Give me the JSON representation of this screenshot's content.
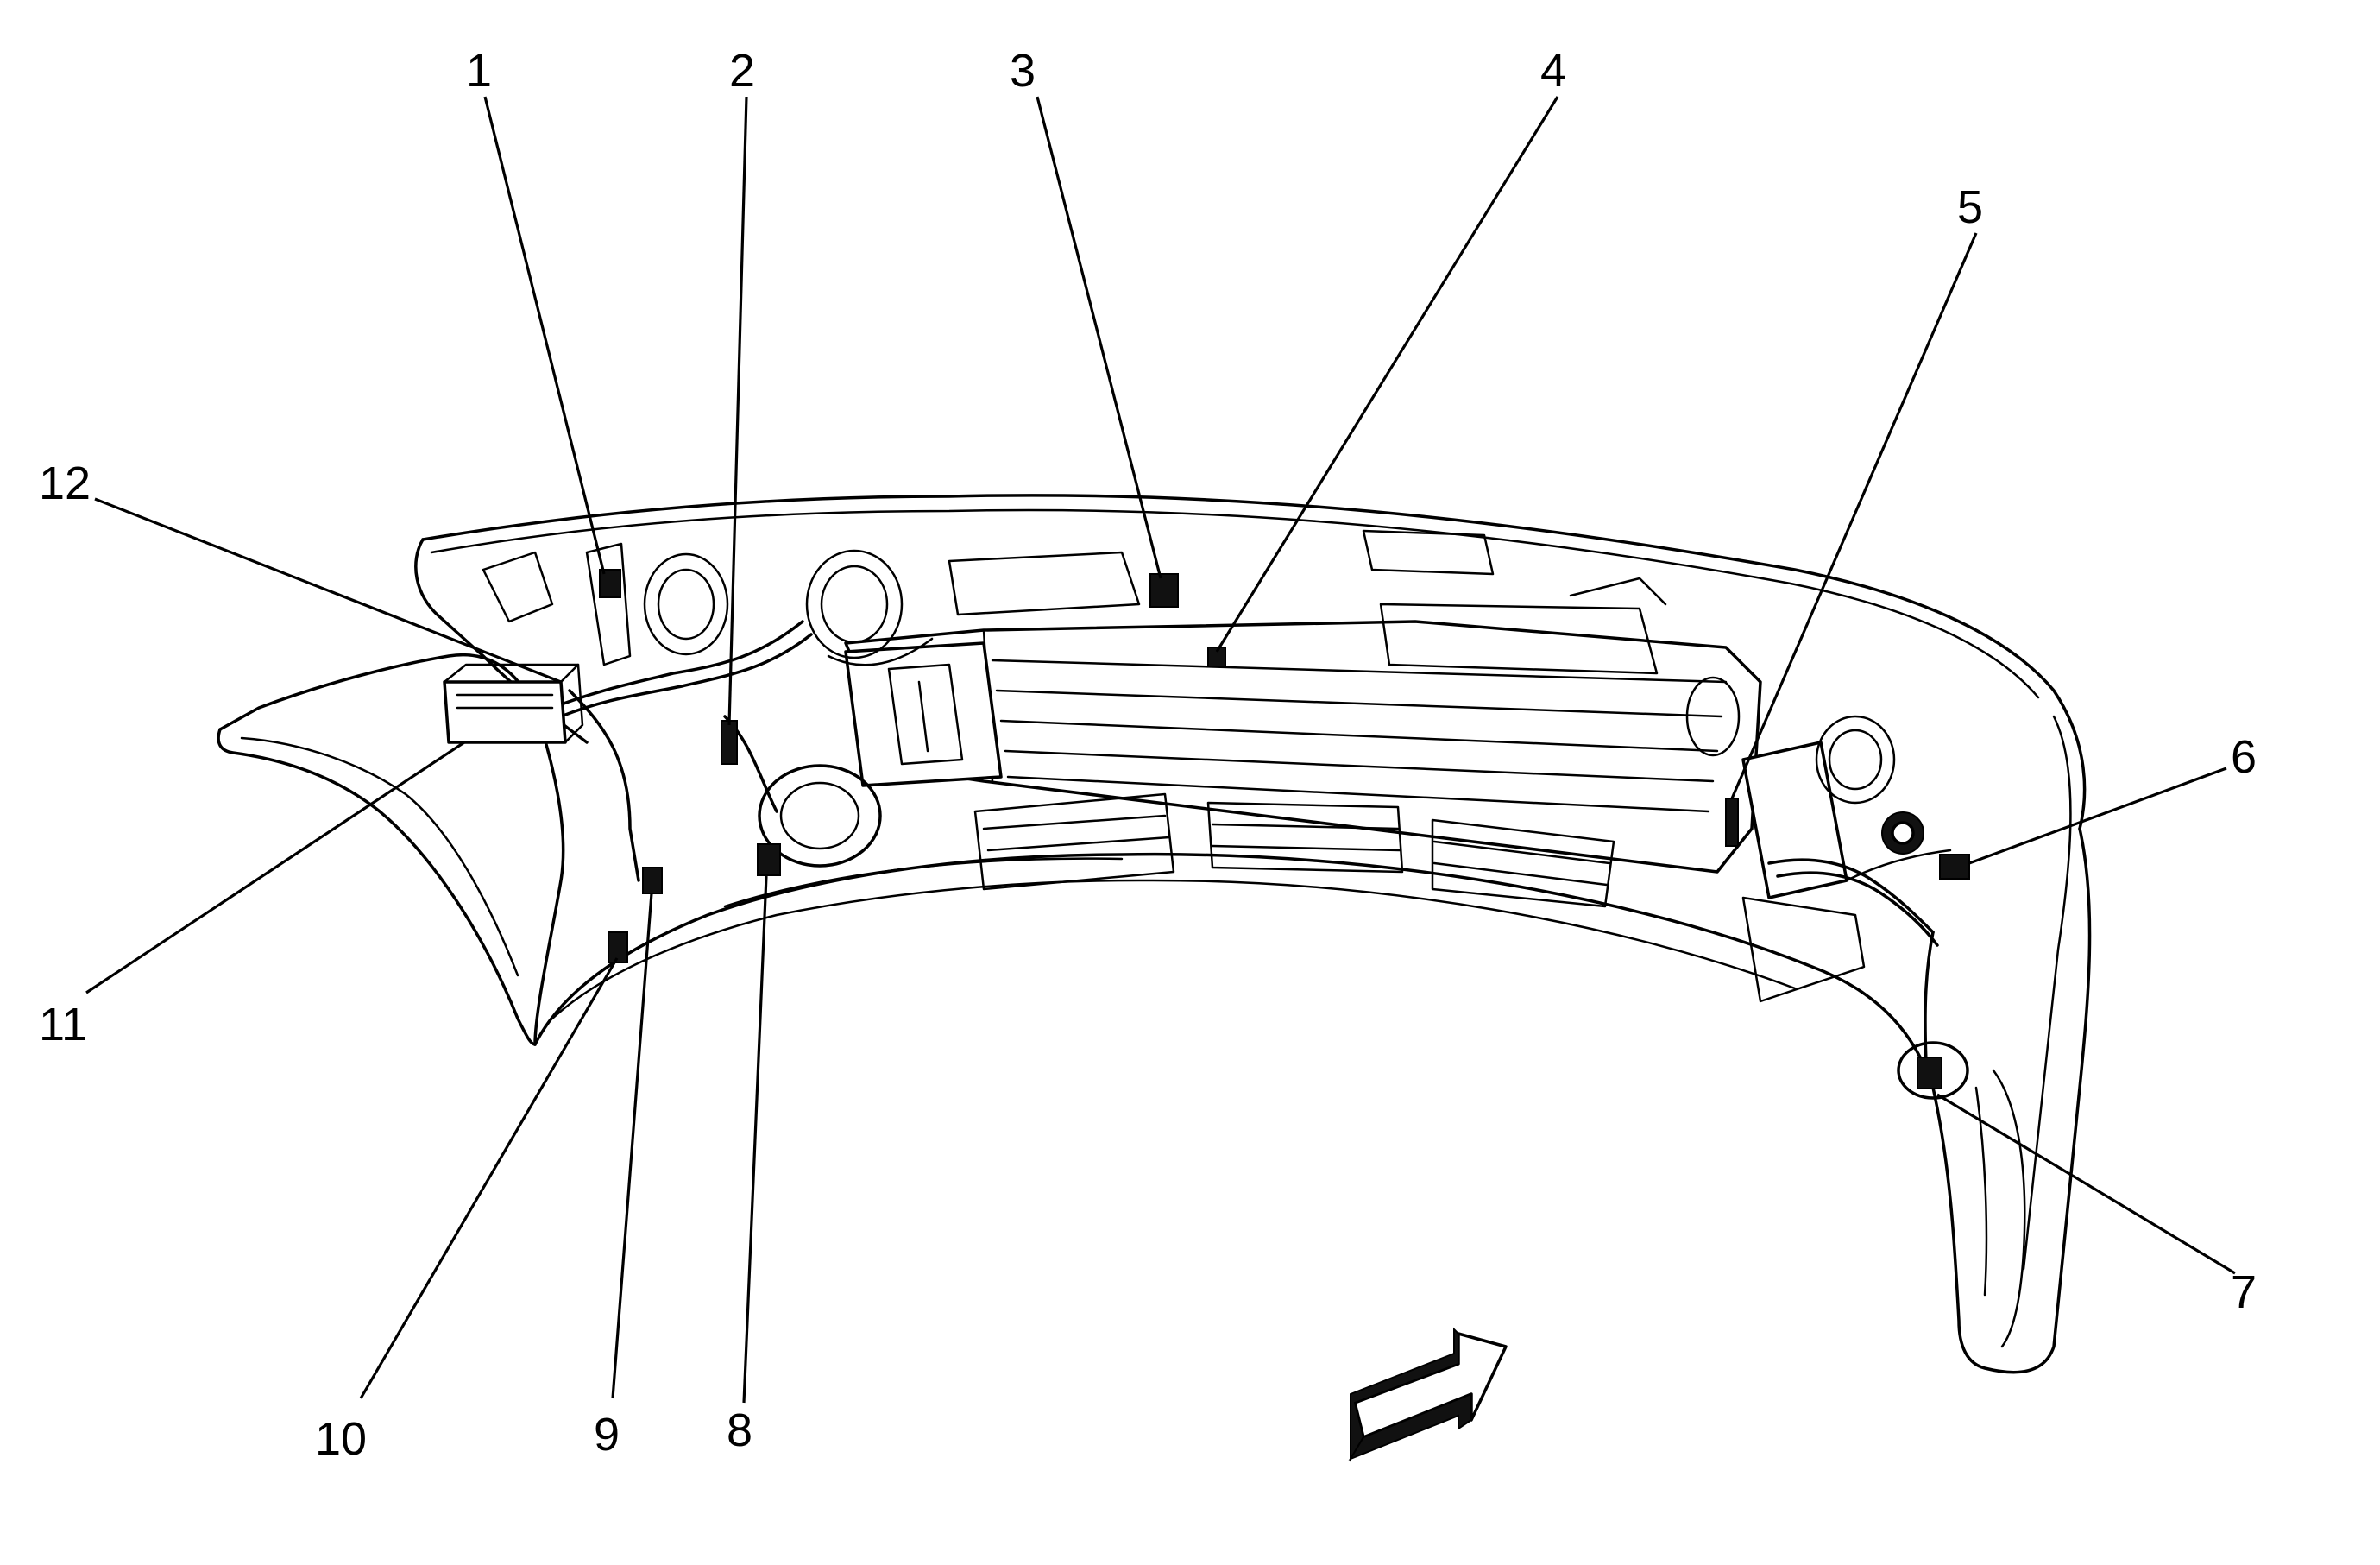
{
  "callouts": [
    {
      "id": "1",
      "label": "1"
    },
    {
      "id": "2",
      "label": "2"
    },
    {
      "id": "3",
      "label": "3"
    },
    {
      "id": "4",
      "label": "4"
    },
    {
      "id": "5",
      "label": "5"
    },
    {
      "id": "6",
      "label": "6"
    },
    {
      "id": "7",
      "label": "7"
    },
    {
      "id": "8",
      "label": "8"
    },
    {
      "id": "9",
      "label": "9"
    },
    {
      "id": "10",
      "label": "10"
    },
    {
      "id": "11",
      "label": "11"
    },
    {
      "id": "12",
      "label": "12"
    }
  ],
  "colors": {
    "line": "#000000",
    "background": "#ffffff"
  },
  "icons": {
    "direction_arrow": "forward-direction-arrow-icon"
  }
}
